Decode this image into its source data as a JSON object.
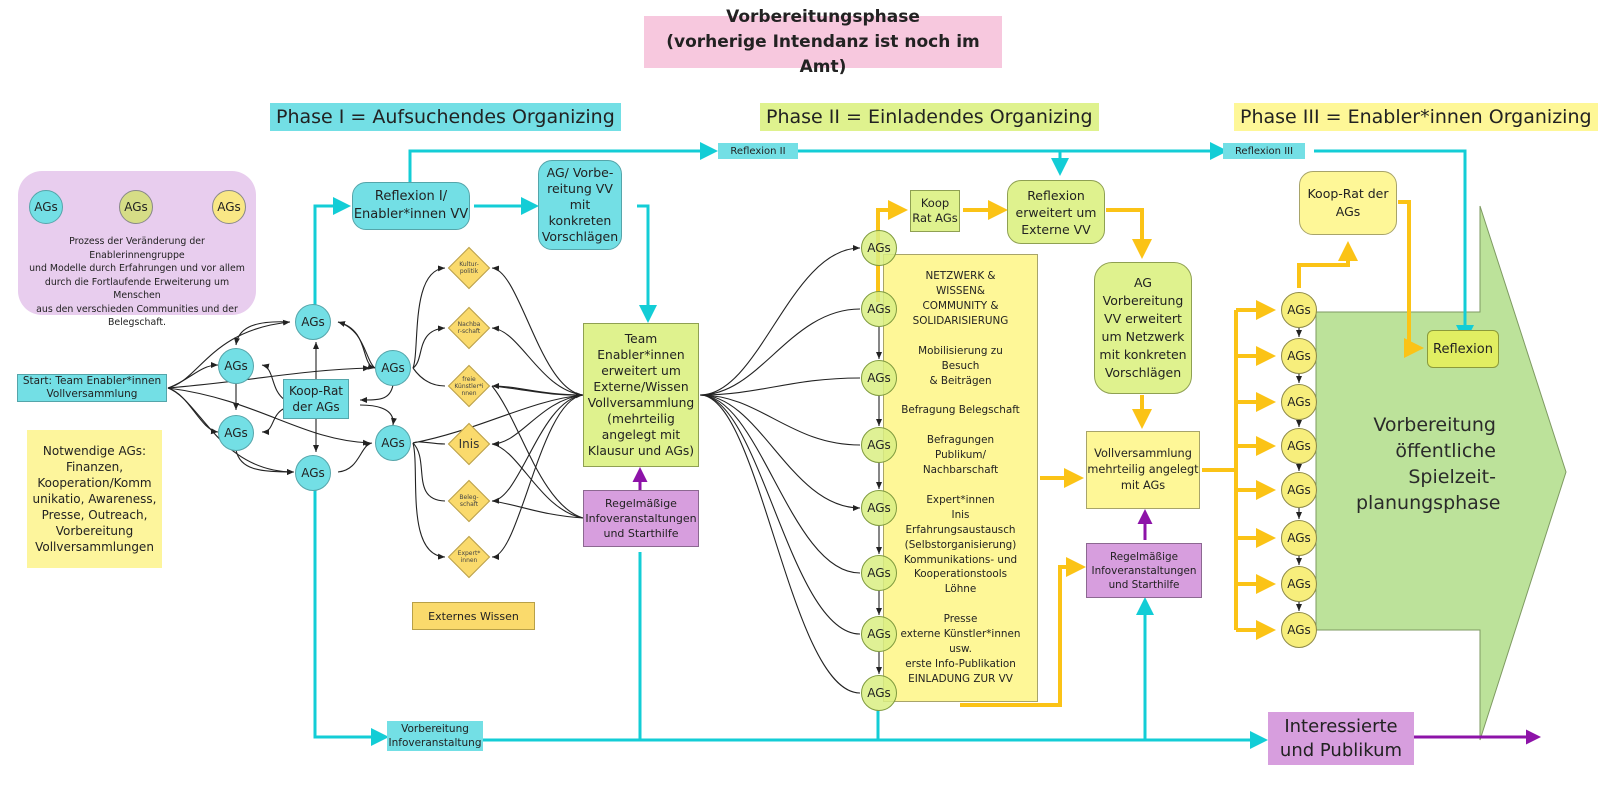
{
  "title": {
    "line1": "Vorbereitungsphase",
    "line2": "(vorherige Intendanz ist noch im Amt)"
  },
  "phases": [
    {
      "label": "Phase I = Aufsuchendes Organizing",
      "color": "#73dfe5"
    },
    {
      "label": "Phase II = Einladendes Organizing",
      "color": "#dff28e"
    },
    {
      "label": "Phase III = Enabler*innen Organizing",
      "color": "#fef797"
    }
  ],
  "legend": {
    "nodes": [
      "AGs",
      "AGs",
      "AGs"
    ],
    "description": "Prozess der Veränderung der Enablerinnengruppe\nund Modelle durch Erfahrungen und vor allem\ndurch die Fortlaufende Erweiterung um Menschen\naus den verschieden Communities und der\nBelegschaft."
  },
  "phase1": {
    "start": "Start: Team Enabler*innen\nVollversammlung",
    "required_ags": "Notwendige AGs:\nFinanzen,\nKooperation/Komm\nunikatio, Awareness,\nPresse, Outreach,\nVorbereitung\nVollversammlungen",
    "koop_rat": "Koop-Rat\nder AGs",
    "ag_label": "AGs",
    "reflexion": "Reflexion I/\nEnabler*innen VV",
    "ag_vorbereitung": "AG/ Vorbe-\nreitung VV\nmit\nkonkreten\nVorschlägen",
    "external": [
      "Kultur-\npolitik",
      "Nachba\nr-schaft",
      "freie\nKünstler*i\nnnen",
      "Inis",
      "Beleg-\nschaft",
      "Expert*\ninnen"
    ],
    "externes_wissen": "Externes Wissen",
    "team": "Team\nEnabler*innen\nerweitert um\nExterne/Wissen\nVollversammlung\n(mehrteilig\nangelegt mit\nKlausur und AGs)",
    "infoveranstaltungen": "Regelmäßige\nInfoveranstaltungen\nund Starthilfe",
    "vorbereitung_info": "Vorbereitung\nInfoveranstaltung"
  },
  "reflexion_tags": [
    "Reflexion II",
    "Reflexion III"
  ],
  "phase2": {
    "ag_label": "AGs",
    "ag_count": 8,
    "koop_rat": "Koop\nRat AGs",
    "reflexion": "Reflexion\nerweitert um\nExterne VV",
    "network": "NETZWERK &\nWISSEN&\nCOMMUNITY &\nSOLIDARISIERUNG\n\nMobilisierung zu\nBesuch\n& Beiträgen\n\nBefragung Belegschaft\n\nBefragungen\nPublikum/\nNachbarschaft\n\nExpert*innen\nInis\nErfahrungsaustausch\n(Selbstorganisierung)\nKommunikations- und\nKooperationstools\nLöhne\n\nPresse\nexterne Künstler*innen\nusw.\nerste Info-Publikation\nEINLADUNG ZUR VV",
    "ag_vorbereitung": "AG\nVorbereitung\nVV erweitert\num Netzwerk\nmit konkreten\nVorschlägen",
    "vollversammlung": "Vollversammlung\nmehrteilig angelegt\nmit AGs",
    "infoveranstaltungen": "Regelmäßige\nInfoveranstaltungen\nund Starthilfe"
  },
  "phase3": {
    "ag_label": "AGs",
    "ag_count": 8,
    "koop_rat": "Koop-Rat der\nAGs",
    "reflexion": "Reflexion",
    "big_arrow": "Vorbereitung\nöffentliche\nSpielzeit-\nplanungsphase",
    "interessierte": "Interessierte\nund Publikum"
  },
  "colors": {
    "cyan": "#13cdd6",
    "gold": "#fbc316",
    "purple": "#8d13a8",
    "lime": "#dff28e",
    "green_arrow": "#bce29a",
    "black": "#222222"
  }
}
